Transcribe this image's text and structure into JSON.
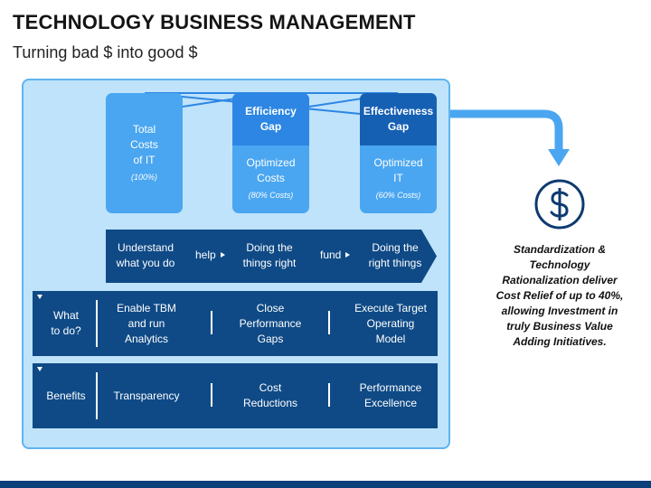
{
  "header": {
    "title": "TECHNOLOGY BUSINESS MANAGEMENT",
    "subtitle": "Turning bad $ into good $"
  },
  "columns": [
    {
      "heading": "",
      "body_lines": [
        "Total",
        "Costs",
        "of IT"
      ],
      "pct": "(100%)"
    },
    {
      "heading_lines": [
        "Efficiency",
        "Gap"
      ],
      "body_lines": [
        "Optimized",
        "Costs"
      ],
      "pct": "(80% Costs)"
    },
    {
      "heading_lines": [
        "Effectiveness",
        "Gap"
      ],
      "body_lines": [
        "Optimized",
        "IT"
      ],
      "pct": "(60% Costs)"
    }
  ],
  "flow": {
    "step1_lines": [
      "Understand",
      "what you do"
    ],
    "connector1": "help",
    "step2_lines": [
      "Doing the",
      "things right"
    ],
    "connector2": "fund",
    "step3_lines": [
      "Doing the",
      "right things"
    ]
  },
  "rows": [
    {
      "label_lines": [
        "What",
        "to do?"
      ],
      "items": [
        [
          "Enable TBM",
          "and run",
          "Analytics"
        ],
        [
          "Close",
          "Performance",
          "Gaps"
        ],
        [
          "Execute Target",
          "Operating",
          "Model"
        ]
      ]
    },
    {
      "label_lines": [
        "Benefits"
      ],
      "items": [
        [
          "Transparency"
        ],
        [
          "Cost",
          "Reductions"
        ],
        [
          "Performance",
          "Excellence"
        ]
      ]
    }
  ],
  "side": {
    "icon": "dollar-circle-icon",
    "lines": [
      "Standardization &",
      "Technology",
      "Rationalization deliver",
      "Cost Relief of up to 40%,",
      "allowing Investment in",
      "truly Business Value",
      "Adding Initiatives."
    ]
  },
  "colors": {
    "light_blue": "#4aa6f0",
    "mid_blue": "#2d86e3",
    "dark_blue": "#1660b4",
    "navy": "#0f4a86",
    "panel": "#bfe3fb",
    "icon_navy": "#0e3a70"
  }
}
